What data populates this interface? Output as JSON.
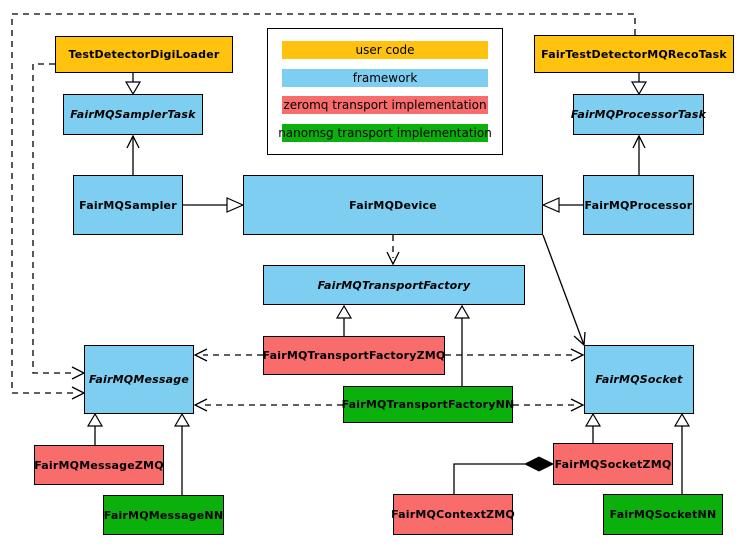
{
  "legend": {
    "items": [
      {
        "key": "user-code",
        "label": "user code",
        "color": "#FFC20E"
      },
      {
        "key": "framework",
        "label": "framework",
        "color": "#7DCEF0"
      },
      {
        "key": "zeromq",
        "label": "zeromq transport implementation",
        "color": "#F96C6C"
      },
      {
        "key": "nanomsg",
        "label": "nanomsg transport implementation",
        "color": "#0CB00C"
      }
    ]
  },
  "nodes": {
    "testDetectorDigiLoader": {
      "label": "TestDetectorDigiLoader",
      "layer": "user code",
      "abstract": false
    },
    "fairTestDetectorMQRecoTask": {
      "label": "FairTestDetectorMQRecoTask",
      "layer": "user code",
      "abstract": false
    },
    "fairMQSamplerTask": {
      "label": "FairMQSamplerTask",
      "layer": "framework",
      "abstract": true
    },
    "fairMQProcessorTask": {
      "label": "FairMQProcessorTask",
      "layer": "framework",
      "abstract": true
    },
    "fairMQSampler": {
      "label": "FairMQSampler",
      "layer": "framework",
      "abstract": false
    },
    "fairMQDevice": {
      "label": "FairMQDevice",
      "layer": "framework",
      "abstract": false
    },
    "fairMQProcessor": {
      "label": "FairMQProcessor",
      "layer": "framework",
      "abstract": false
    },
    "fairMQTransportFactory": {
      "label": "FairMQTransportFactory",
      "layer": "framework",
      "abstract": true
    },
    "fairMQTransportFactoryZMQ": {
      "label": "FairMQTransportFactoryZMQ",
      "layer": "zeromq",
      "abstract": false
    },
    "fairMQTransportFactoryNN": {
      "label": "FairMQTransportFactoryNN",
      "layer": "nanomsg",
      "abstract": false
    },
    "fairMQMessage": {
      "label": "FairMQMessage",
      "layer": "framework",
      "abstract": true
    },
    "fairMQSocket": {
      "label": "FairMQSocket",
      "layer": "framework",
      "abstract": true
    },
    "fairMQMessageZMQ": {
      "label": "FairMQMessageZMQ",
      "layer": "zeromq",
      "abstract": false
    },
    "fairMQMessageNN": {
      "label": "FairMQMessageNN",
      "layer": "nanomsg",
      "abstract": false
    },
    "fairMQSocketZMQ": {
      "label": "FairMQSocketZMQ",
      "layer": "zeromq",
      "abstract": false
    },
    "fairMQSocketNN": {
      "label": "FairMQSocketNN",
      "layer": "nanomsg",
      "abstract": false
    },
    "fairMQContextZMQ": {
      "label": "FairMQContextZMQ",
      "layer": "zeromq",
      "abstract": false
    }
  },
  "relationships": [
    {
      "from": "TestDetectorDigiLoader",
      "to": "FairMQSamplerTask",
      "type": "inheritance"
    },
    {
      "from": "FairTestDetectorMQRecoTask",
      "to": "FairMQProcessorTask",
      "type": "inheritance"
    },
    {
      "from": "FairMQSampler",
      "to": "FairMQSamplerTask",
      "type": "association"
    },
    {
      "from": "FairMQProcessor",
      "to": "FairMQProcessorTask",
      "type": "association"
    },
    {
      "from": "FairMQSampler",
      "to": "FairMQDevice",
      "type": "inheritance"
    },
    {
      "from": "FairMQProcessor",
      "to": "FairMQDevice",
      "type": "inheritance"
    },
    {
      "from": "FairMQDevice",
      "to": "FairMQTransportFactory",
      "type": "dependency"
    },
    {
      "from": "FairMQDevice",
      "to": "FairMQSocket",
      "type": "association"
    },
    {
      "from": "FairMQTransportFactoryZMQ",
      "to": "FairMQTransportFactory",
      "type": "inheritance"
    },
    {
      "from": "FairMQTransportFactoryNN",
      "to": "FairMQTransportFactory",
      "type": "inheritance"
    },
    {
      "from": "FairMQTransportFactoryZMQ",
      "to": "FairMQMessage",
      "type": "dependency"
    },
    {
      "from": "FairMQTransportFactoryZMQ",
      "to": "FairMQSocket",
      "type": "dependency"
    },
    {
      "from": "FairMQTransportFactoryNN",
      "to": "FairMQMessage",
      "type": "dependency"
    },
    {
      "from": "FairMQTransportFactoryNN",
      "to": "FairMQSocket",
      "type": "dependency"
    },
    {
      "from": "FairMQMessageZMQ",
      "to": "FairMQMessage",
      "type": "inheritance"
    },
    {
      "from": "FairMQMessageNN",
      "to": "FairMQMessage",
      "type": "inheritance"
    },
    {
      "from": "FairMQSocketZMQ",
      "to": "FairMQSocket",
      "type": "inheritance"
    },
    {
      "from": "FairMQSocketNN",
      "to": "FairMQSocket",
      "type": "inheritance"
    },
    {
      "from": "FairMQContextZMQ",
      "to": "FairMQSocketZMQ",
      "type": "composition"
    },
    {
      "from": "TestDetectorDigiLoader",
      "to": "FairMQMessage",
      "type": "dependency"
    },
    {
      "from": "FairTestDetectorMQRecoTask",
      "to": "FairMQMessage",
      "type": "dependency"
    }
  ],
  "colors": {
    "user_code": "#FFC20E",
    "framework": "#7DCEF0",
    "zeromq": "#F96C6C",
    "nanomsg": "#0CB00C",
    "border": "#000000",
    "background": "#FFFFFF"
  }
}
